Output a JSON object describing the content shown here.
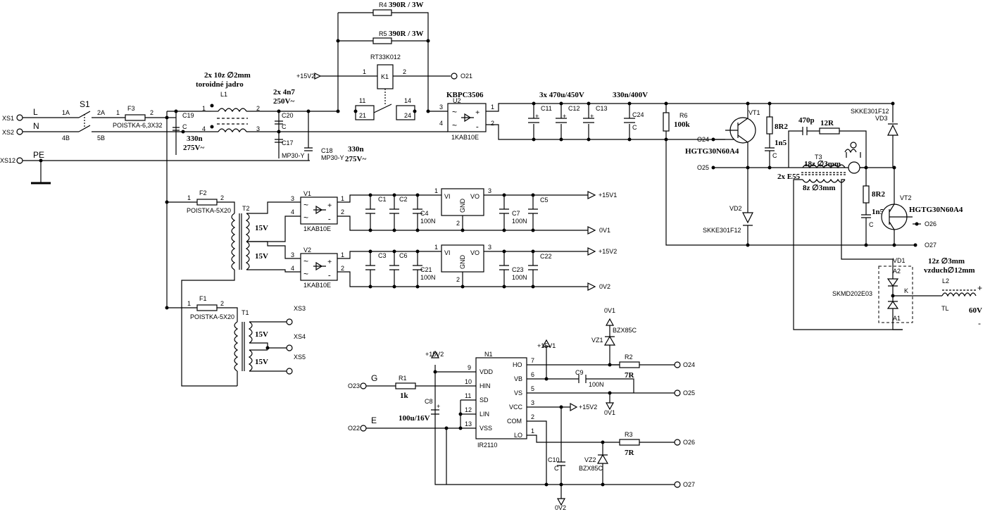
{
  "terminals": {
    "xs1": "XS1",
    "xs2": "XS2",
    "xs12": "XS12",
    "xs3": "XS3",
    "xs4": "XS4",
    "xs5": "XS5",
    "l": "L",
    "n": "N",
    "pe": "PE",
    "g": "G",
    "e": "E"
  },
  "switch": {
    "name": "S1",
    "p1a": "1A",
    "p2a": "2A",
    "p4b": "4B",
    "p5b": "5B"
  },
  "fuses": {
    "f3": "F3",
    "f3_type": "POISTKA-6,3X32",
    "f2": "F2",
    "f2_type": "POISTKA-5X20",
    "f1": "F1",
    "f1_type": "POISTKA-5X20"
  },
  "filter": {
    "l1": "L1",
    "l1_desc1": "2x 10z ∅2mm",
    "l1_desc2": "toroidné jadro",
    "c19": "C19",
    "c20": "C20",
    "c17": "C17",
    "c18": "C18",
    "c_type": "C",
    "mp30": "MP30-Y",
    "c19_val1": "330n",
    "c19_val2": "275V~",
    "c20_val1": "2x 4n7",
    "c20_val2": "250V~",
    "c18_val1": "330n",
    "c18_val2": "275V~"
  },
  "relay": {
    "r4": "R4",
    "r4_val": "390R / 3W",
    "r5": "R5",
    "r5_val": "390R / 3W",
    "k1_type": "RT33K012",
    "k1": "K1",
    "v15": "+15V2",
    "o21": "O21"
  },
  "bridge": {
    "name": "KBPC3506",
    "u2": "U2",
    "u2_type": "1KAB10E"
  },
  "dc_caps": {
    "group_label": "3x 470u/450V",
    "c11": "C11",
    "c12": "C12",
    "c13": "C13",
    "c24": "C24",
    "c24_val": "330n/400V",
    "r6": "R6",
    "r6_val": "100k"
  },
  "power": {
    "vt1": "VT1",
    "vt2": "VT2",
    "vt_type": "HGTG30N60A4",
    "o24": "O24",
    "o25": "O25",
    "o26": "O26",
    "o27": "O27",
    "snub1_r": "8R2",
    "snub1_c": "1n5",
    "snub2_r": "8R2",
    "snub2_c": "1n5",
    "c470p": "470p",
    "r12": "12R",
    "t3": "T3",
    "t3_prim": "18z ∅3mm",
    "t3_sec": "8z ∅3mm",
    "t3_core": "2x E55",
    "vd1": "VD1",
    "vd2": "VD2",
    "vd3": "VD3",
    "skke": "SKKE301F12",
    "skmd": "SKMD202E03",
    "a1": "A1",
    "a2": "A2",
    "k": "K",
    "l2": "L2",
    "l2_desc1": "12z ∅3mm",
    "l2_desc2": "vzduch∅12mm",
    "tl": "TL",
    "out_v": "60V",
    "plus": "+",
    "minus": "-"
  },
  "aux": {
    "t1": "T1",
    "t2": "T2",
    "v15": "15V",
    "v1": "V1",
    "v2": "V2",
    "kab": "1KAB10E",
    "c1": "C1",
    "c2": "C2",
    "c3": "C3",
    "c6": "C6",
    "c4": "C4",
    "c21": "C21",
    "c5": "C5",
    "c7": "C7",
    "c22": "C22",
    "c23": "C23",
    "n100": "100N",
    "vi": "VI",
    "vo": "VO",
    "gnd": "GND",
    "p15v1": "+15V1",
    "p15v2": "+15V2",
    "o0v1": "0V1",
    "o0v2": "0V2"
  },
  "driver": {
    "n1": "N1",
    "ir": "IR2110",
    "vdd": "VDD",
    "hin": "HIN",
    "sd": "SD",
    "lin": "LIN",
    "vss": "VSS",
    "ho": "HO",
    "vb": "VB",
    "vs": "VS",
    "vcc": "VCC",
    "com": "COM",
    "lo": "LO",
    "p9": "9",
    "p10": "10",
    "p11": "11",
    "p12": "12",
    "p13": "13",
    "p7": "7",
    "p6": "6",
    "p5": "5",
    "p3": "3",
    "p2": "2",
    "p1": "1",
    "r1": "R1",
    "r1_val": "1k",
    "c8": "C8",
    "c8_val": "100u/16V",
    "c9": "C9",
    "c9_val": "100N",
    "c10": "C10",
    "r2": "R2",
    "r3": "R3",
    "r_val": "7R",
    "vz1": "VZ1",
    "vz2": "VZ2",
    "bzx": "BZX85C",
    "o23": "O23",
    "o22": "O22",
    "o24": "O24",
    "o25": "O25",
    "o26": "O26",
    "o27": "O27",
    "p15v2": "+15V2",
    "p15v1": "+15V1",
    "o0v1": "0V1",
    "o0v2": "0V2"
  }
}
